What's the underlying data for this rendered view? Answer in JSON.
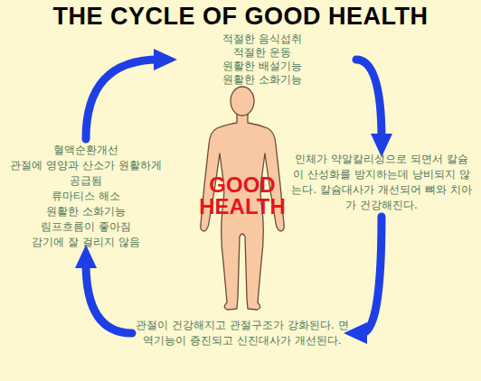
{
  "diagram": {
    "title": "THE CYCLE OF GOOD HEALTH",
    "nodes": [
      {
        "text": [
          "적절한 음식섭취",
          "적절한 운동",
          "원활한 배설기능",
          "원활한 소화기능"
        ]
      },
      {
        "text": [
          "인체가 약알칼리성으로 되면서 칼슘이 산성화를 방지하는데 낭비되지 않는다. 칼슘대사가 개선되어 뼈와 치아가 건강해진다."
        ]
      },
      {
        "text": [
          "관절이 건강해지고 관절구조가 강화된다. 면역기능이 증진되고 신진대사가 개선된다."
        ]
      },
      {
        "text": [
          "혈액순환개선",
          "관절에 영양과 산소가 원활하게 공급됨",
          "류마티스 해소",
          "원활한 소화기능",
          "림프흐름이 좋아짐",
          "감기에 잘 걸리지 않음"
        ]
      }
    ],
    "edges": [
      {
        "from": 0,
        "to": 1,
        "arrow": "to"
      },
      {
        "from": 1,
        "to": 2,
        "arrow": "to"
      },
      {
        "from": 2,
        "to": 3,
        "arrow": "to"
      },
      {
        "from": 3,
        "to": 0,
        "arrow": "to"
      }
    ],
    "labels": [
      "GOOD HEALTH"
    ]
  }
}
